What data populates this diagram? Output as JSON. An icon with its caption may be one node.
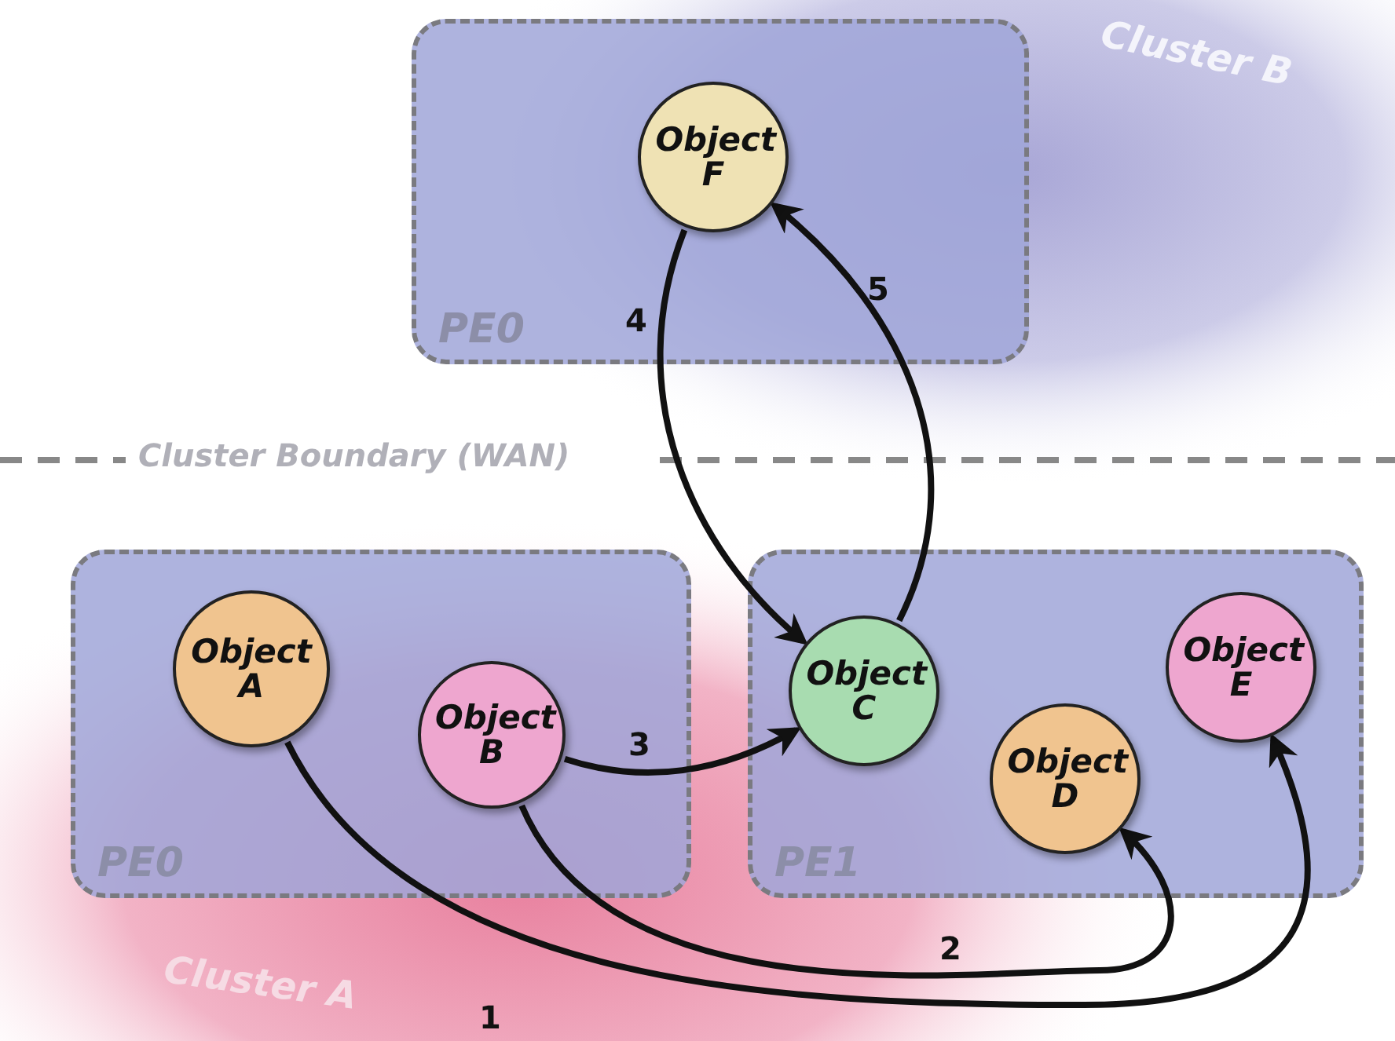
{
  "diagram": {
    "nodes": [
      {
        "text": [
          "PE0"
        ]
      },
      {
        "text": [
          "Object F"
        ],
        "in": 0
      },
      {
        "text": [
          "PE0"
        ]
      },
      {
        "text": [
          "Object A"
        ],
        "in": 2
      },
      {
        "text": [
          "Object B"
        ],
        "in": 2
      },
      {
        "text": [
          "PE1"
        ]
      },
      {
        "text": [
          "Object C"
        ],
        "in": 5
      },
      {
        "text": [
          "Object D"
        ],
        "in": 5
      },
      {
        "text": [
          "Object E"
        ],
        "in": 5
      }
    ],
    "edges": [
      {
        "from": 3,
        "to": 8,
        "arrow": "to",
        "label": "1"
      },
      {
        "from": 4,
        "to": 7,
        "arrow": "to",
        "label": "2"
      },
      {
        "from": 4,
        "to": 6,
        "arrow": "to",
        "label": "3"
      },
      {
        "from": 1,
        "to": 6,
        "arrow": "to",
        "label": "4"
      },
      {
        "from": 6,
        "to": 1,
        "arrow": "to",
        "label": "5"
      }
    ],
    "labels": [
      "Cluster B",
      "Cluster Boundary (WAN)",
      "Cluster A"
    ]
  }
}
